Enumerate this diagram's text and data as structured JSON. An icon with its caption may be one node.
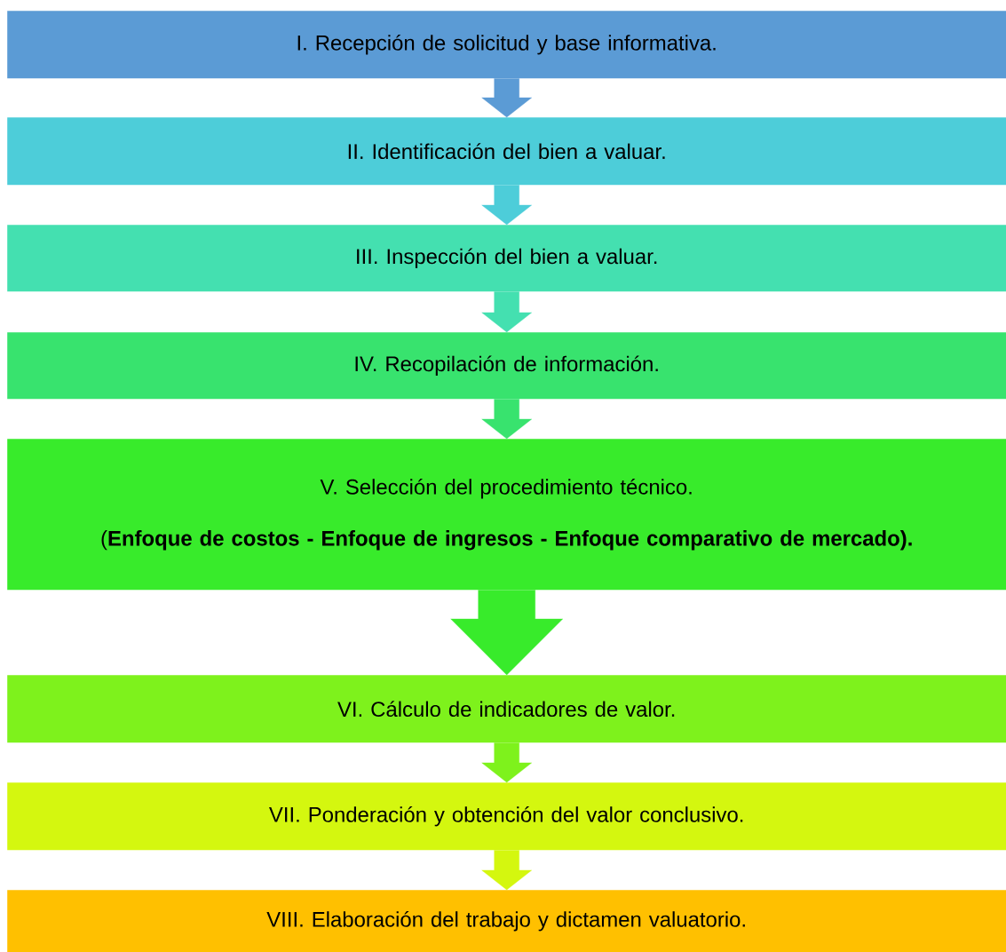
{
  "diagram": {
    "nodes": [
      {
        "text": [
          "I. Recepción de solicitud y base informativa."
        ]
      },
      {
        "text": [
          "II. Identificación del bien a valuar."
        ]
      },
      {
        "text": [
          "III. Inspección del bien a valuar."
        ]
      },
      {
        "text": [
          "IV. Recopilación de información."
        ]
      },
      {
        "text": [
          "V. Selección del procedimiento técnico.",
          "(**Enfoque de costos - Enfoque de ingresos - Enfoque comparativo de mercado).**"
        ]
      },
      {
        "text": [
          "VI. Cálculo de indicadores de valor."
        ]
      },
      {
        "text": [
          "VII. Ponderación y obtención del valor conclusivo."
        ]
      },
      {
        "text": [
          "VIII. Elaboración del trabajo y dictamen valuatorio."
        ]
      }
    ],
    "edges": [
      {
        "from": 0,
        "to": 1,
        "arrow": "to",
        "color": "#5b9bd5"
      },
      {
        "from": 1,
        "to": 2,
        "arrow": "to",
        "color": "#4dcdd9"
      },
      {
        "from": 2,
        "to": 3,
        "arrow": "to",
        "color": "#44e0b0"
      },
      {
        "from": 3,
        "to": 4,
        "arrow": "to",
        "color": "#38e36e"
      },
      {
        "from": 4,
        "to": 5,
        "arrow": "to",
        "color": "#38eb2b",
        "style": "thick"
      },
      {
        "from": 5,
        "to": 6,
        "arrow": "to",
        "color": "#7ef21c"
      },
      {
        "from": 6,
        "to": 7,
        "arrow": "to",
        "color": "#d4f70f"
      }
    ]
  }
}
